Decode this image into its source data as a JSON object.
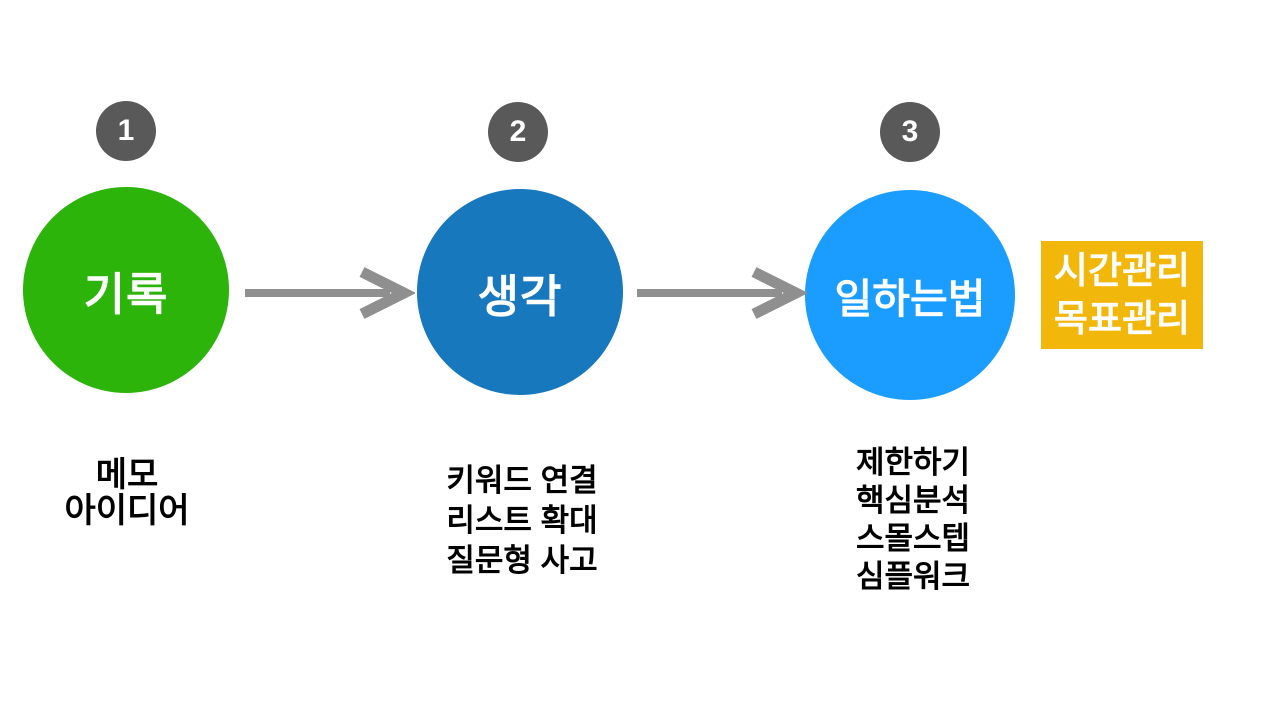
{
  "diagram": {
    "steps": [
      {
        "number": "1",
        "circle_label": "기록",
        "circle_color": "#2db40a",
        "items": [
          "메모",
          "아이디어"
        ]
      },
      {
        "number": "2",
        "circle_label": "생각",
        "circle_color": "#1778be",
        "items": [
          "키워드 연결",
          "리스트 확대",
          "질문형 사고"
        ]
      },
      {
        "number": "3",
        "circle_label": "일하는법",
        "circle_color": "#1b9dff",
        "items": [
          "제한하기",
          "핵심분석",
          "스몰스텝",
          "심플워크"
        ]
      }
    ],
    "side_box": {
      "lines": [
        "시간관리",
        "목표관리"
      ],
      "background": "#f2b70b",
      "text_color": "#ffffff"
    },
    "colors": {
      "badge_background": "#595959",
      "badge_text": "#ffffff",
      "arrow": "#8f8f8f",
      "list_text": "#000000",
      "circle_text": "#ffffff",
      "page_background": "#ffffff"
    }
  }
}
